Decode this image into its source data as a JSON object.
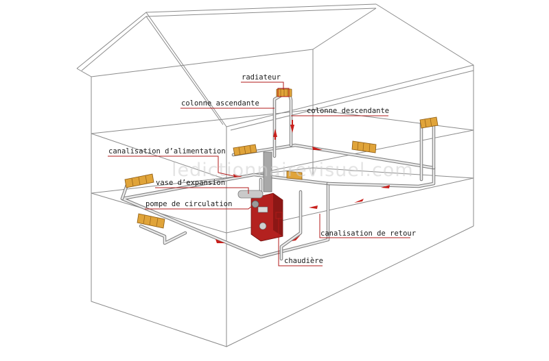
{
  "labels": {
    "radiateur": "radiateur",
    "colonne_ascendante": "colonne ascendante",
    "colonne_descendante": "colonne descendante",
    "canalisation_alimentation": "canalisation d’alimentation",
    "vase_expansion": "vase d’expansion",
    "pompe_circulation": "pompe de circulation",
    "canalisation_retour": "canalisation de retour",
    "chaudiere": "chaudière"
  },
  "watermark": "ledictionnairevisuel.com",
  "colors": {
    "leader": "#b01818",
    "arrow": "#c8201c",
    "radiator": "#e0a43a",
    "boiler": "#b3211f",
    "house_line": "#8a8a8a",
    "pipe": "#7a7a7a"
  }
}
